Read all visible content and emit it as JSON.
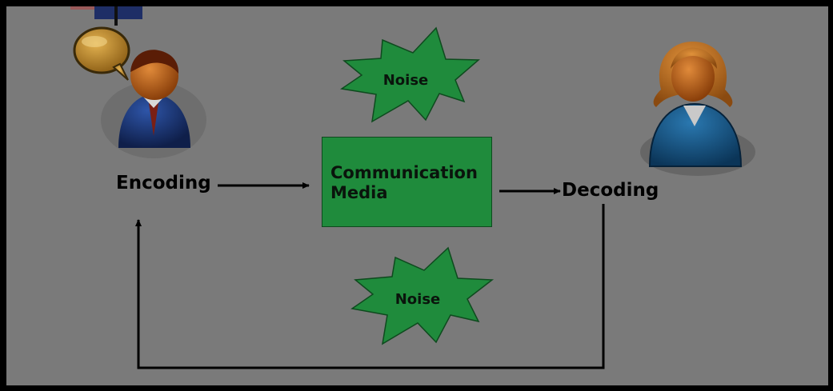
{
  "labels": {
    "encoding": "Encoding",
    "decoding": "Decoding",
    "media_line1": "Communication",
    "media_line2": "Media",
    "noise_top": "Noise",
    "noise_bottom": "Noise"
  },
  "icons": {
    "sender": "man-speaking-icon",
    "receiver": "woman-icon",
    "speech": "speech-bubble-icon"
  },
  "colors": {
    "slide_background": "#7a7a7a",
    "media_box": "#1f8b3c",
    "noise_burst": "#1f8b3c",
    "arrows": "#000000"
  }
}
